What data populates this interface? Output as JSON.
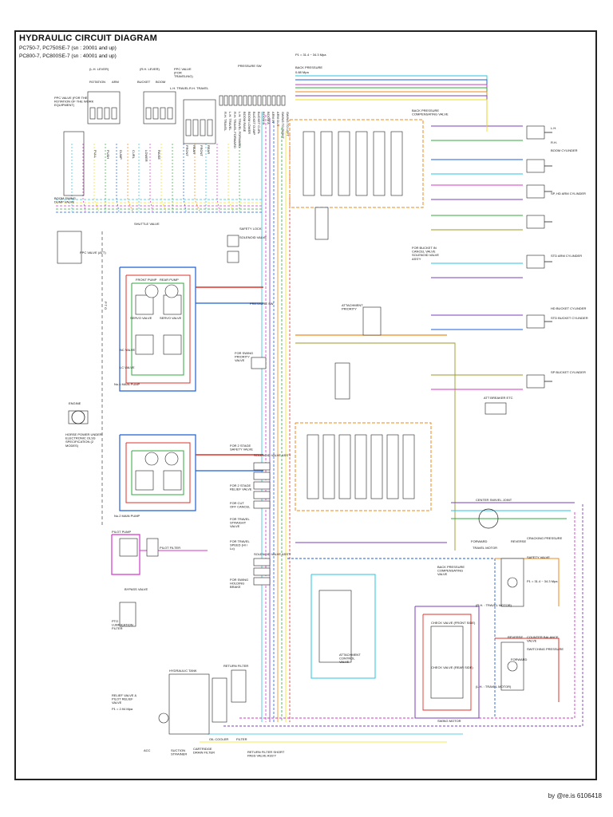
{
  "title": "HYDRAULIC CIRCUIT DIAGRAM",
  "models": [
    "PC750-7, PC750SE-7 (sn : 20001 and up)",
    "PC800-7, PC800SE-7 (sn : 40001 and up)"
  ],
  "credit": "by @re.is 6106418",
  "colors": {
    "frame": "#222222",
    "pilot_blue": "#1f5fd6",
    "pilot_cyan": "#29c3e0",
    "pressure_red": "#e0302a",
    "orange": "#f08a1c",
    "green": "#2faa3c",
    "yellow": "#f2e21a",
    "magenta": "#d338c9",
    "purple": "#7a3fb8",
    "olive": "#9a9a2a",
    "brown": "#8a5a2a",
    "black": "#222222"
  },
  "labels": {
    "lh_lever": "(L.H. LEVER)",
    "rh_lever": "(R.H. LEVER)",
    "rotation": "ROTATION",
    "arm": "ARM",
    "bucket": "BUCKET",
    "boom": "BOOM",
    "ppc_valve_travel": "PPC VALVE (FOR TRAVELING)",
    "lh_travel": "L.H. TRAVEL",
    "rh_travel": "R.H. TRAVEL",
    "ppc_valve_work": "PPC VALVE (FOR THE ROTATION OF THE WORK EQUIPMENT)",
    "pressure_sw": "PRESSURE SW",
    "back_pressure": "BACK PRESSURE",
    "back_pressure_comp": "BACK PRESSURE COMPENSATING VALVE",
    "boom_cyl": "BOOM CYLINDER",
    "sp_hd_arm_cyl": "SP, HD ARM CYLINDER",
    "std_arm_cyl": "STD ARM CYLINDER",
    "hd_bucket_cyl": "HD BUCKET CYLINDER",
    "std_bucket_cyl": "STD BUCKET CYLINDER",
    "sp_bucket_cyl": "SP BUCKET CYLINDER",
    "boom_swing_dump": "BOOM SWING DUMP VALVE",
    "ppc_valve_att": "PPC VALVE (ATT)",
    "shuttle_valve": "SHUTTLE VALVE",
    "safety_lock": "SAFETY LOCK",
    "solenoid_valve": "SOLENOID VALVE",
    "no1_main_pump": "No.1 MAIN PUMP",
    "no2_main_pump": "No.2 MAIN PUMP",
    "front_pump": "FRONT PUMP",
    "rear_pump": "REAR PUMP",
    "servo_valve": "SERVO VALVE",
    "lc_valve": "LC VALVE",
    "nc_valve": "NC VALVE",
    "pto": "P T O",
    "engine": "ENGINE",
    "horse_power": "HORSE POWER UNDER ELECTRONIC OLSS SPECIFICATION (2 MODES)",
    "pilot_pump": "PILOT PUMP",
    "pilot_filter": "PILOT FILTER",
    "bypass_valve": "BYPASS VALVE",
    "pto_lub_filter": "PTO LUBRICATION FILTER",
    "relief_valve": "RELIEF VALVE & PILOT RELIEF VALVE",
    "hydraulic_tank": "HYDRAULIC TANK",
    "acc": "ACC",
    "suction_strainer": "SUCTION STRAINER",
    "cartridge_drain": "CARTRIDGE DRAIN FILTER",
    "oil_cooler": "OIL COOLER",
    "return_filter": "RETURN FILTER",
    "filter": "FILTER",
    "return_filter_short": "RETURN FILTER SHORT PASS VALVE ASS'Y",
    "attachment_control": "ATTACHMENT CONTROL VALVE",
    "attachment_priority": "ATTACHMENT PRIORITY",
    "swing_priority": "FOR SWING PRIORITY VALVE",
    "bucket_cancel": "FOR BUCKET IN CANCEL VALVE SOLENOID VALVE ASS'Y",
    "att_breaker": "ATT BREAKER ETC",
    "center_swivel": "CENTER SWIVEL JOINT",
    "travel_motor": "TRAVEL MOTOR",
    "rh_travel_motor": "(R.H. : TRAVEL MOTOR)",
    "lh_travel_motor": "(L.H. : TRAVEL MOTOR)",
    "cracking_pressure": "CRACKING PRESSURE",
    "safety_valve": "SAFETY VALVE",
    "counter_balance": "COUNTER BALANCE VALVE",
    "switching_pressure": "SWITCHING PRESSURE",
    "forward": "FORWARD",
    "reverse": "REVERSE",
    "swing_motor": "SWING MOTOR",
    "swing_holding_brake": "FOR SWING HOLDING BRAKE",
    "two_stage_safety": "FOR 2 STAGE SAFETY VALVE",
    "two_stage_relief": "FOR 2 STAGE RELIEF VALVE",
    "cut_off_cancel": "FOR CUT OFF CANCEL",
    "travel_straight": "FOR TRAVEL STRAIGHT VALVE",
    "travel_speed": "FOR TRAVEL SPEED (Hi / Lo)",
    "solenoid_assy": "SOLENOID VALVE ASS'Y",
    "check_valve_rear": "CHECK VALVE (REAR SIDE)",
    "check_valve_front": "CHECK VALVE (FRONT SIDE)",
    "lh": "L.H.",
    "rh": "R.H.",
    "pressure_value_1": "P1 = 31.4 ~ 34.3 Mpa",
    "pressure_value_2": "P1 = 2.94 Mpa",
    "pressure_value_3": "0.88 Mpa"
  },
  "pressure_sw_items": [
    "R.H. TRAVEL",
    "L.H. TRAVEL",
    "R.H. TRAVEL FORWARD",
    "L.H. TRAVEL FORWARD",
    "BOOM RAISE",
    "BOOM LOWER",
    "BUCKET DUMP",
    "BUCKET CURL",
    "BOOM B",
    "BOOM A",
    "ARM IN",
    "ARM OUT",
    "SWING TO RIGHT",
    "SWING TO LEFT"
  ],
  "lever_functions": [
    "PULL",
    "PUSH",
    "DUMP",
    "CURL",
    "LOWER",
    "RAISE"
  ],
  "travel_functions": [
    "FRONT",
    "REAR",
    "FRONT",
    "REAR"
  ]
}
